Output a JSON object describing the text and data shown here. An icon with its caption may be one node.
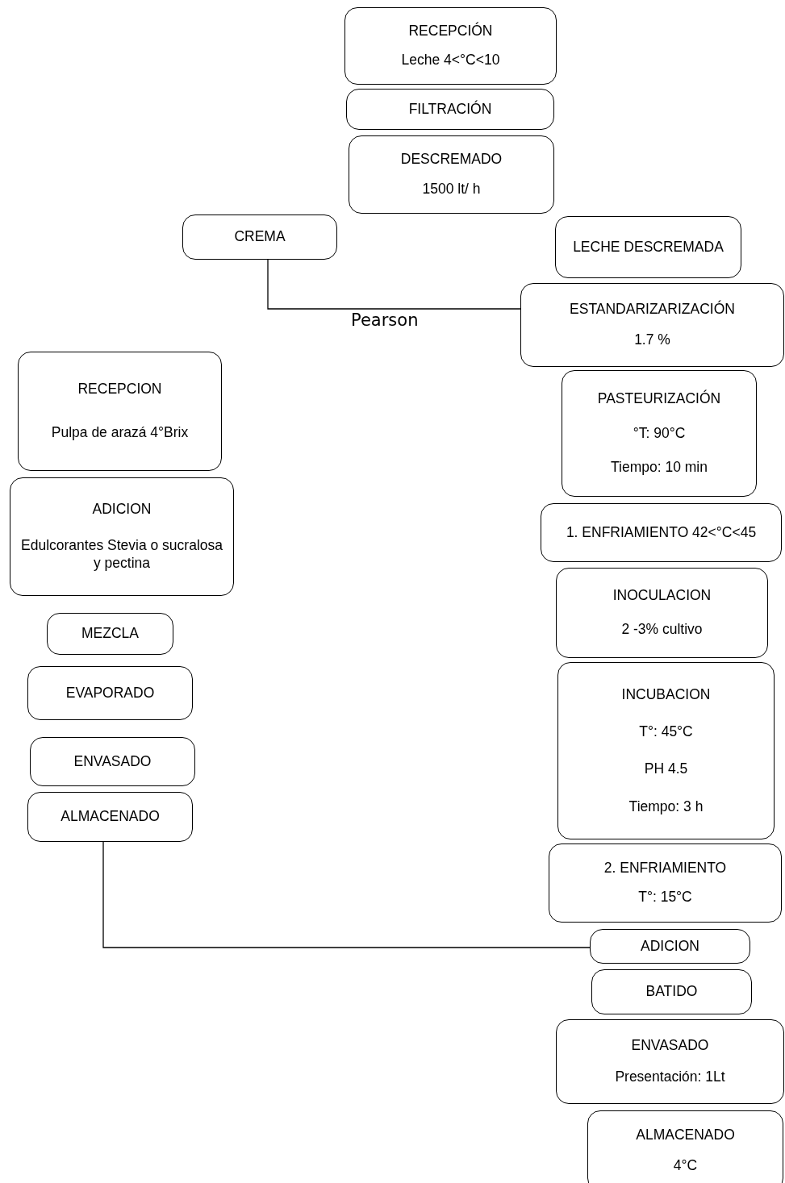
{
  "diagram": {
    "nodes": [
      {
        "text": [
          "RECEPCIÓN",
          "Leche 4<°C<10"
        ]
      },
      {
        "text": [
          "FILTRACIÓN"
        ]
      },
      {
        "text": [
          "DESCREMADO",
          "1500 lt/ h"
        ]
      },
      {
        "text": [
          "CREMA"
        ]
      },
      {
        "text": [
          "LECHE DESCREMADA"
        ]
      },
      {
        "text": [
          "ESTANDARIZARIZACIÓN",
          "1.7 %"
        ]
      },
      {
        "text": [
          "RECEPCION",
          "Pulpa de arazá 4°Brix"
        ]
      },
      {
        "text": [
          "PASTEURIZACIÓN",
          "°T: 90°C",
          "Tiempo: 10 min"
        ]
      },
      {
        "text": [
          "ADICION",
          "Edulcorantes  Stevia o sucralosa y pectina"
        ]
      },
      {
        "text": [
          "1. ENFRIAMIENTO 42<°C<45"
        ]
      },
      {
        "text": [
          "INOCULACION",
          "2 -3% cultivo"
        ]
      },
      {
        "text": [
          "MEZCLA"
        ]
      },
      {
        "text": [
          "INCUBACION",
          "T°: 45°C",
          "PH 4.5",
          "Tiempo: 3 h"
        ]
      },
      {
        "text": [
          "EVAPORADO"
        ]
      },
      {
        "text": [
          "ENVASADO"
        ]
      },
      {
        "text": [
          "ALMACENADO"
        ]
      },
      {
        "text": [
          "2. ENFRIAMIENTO",
          "T°: 15°C"
        ]
      },
      {
        "text": [
          "ADICION"
        ]
      },
      {
        "text": [
          "BATIDO"
        ]
      },
      {
        "text": [
          "ENVASADO",
          "Presentación: 1Lt"
        ]
      },
      {
        "text": [
          "ALMACENADO",
          "4°C"
        ]
      }
    ],
    "edges": [
      {
        "from": 3,
        "to": 5,
        "arrow": "none",
        "label": "Pearson"
      },
      {
        "from": 15,
        "to": 17,
        "arrow": "none"
      }
    ]
  }
}
